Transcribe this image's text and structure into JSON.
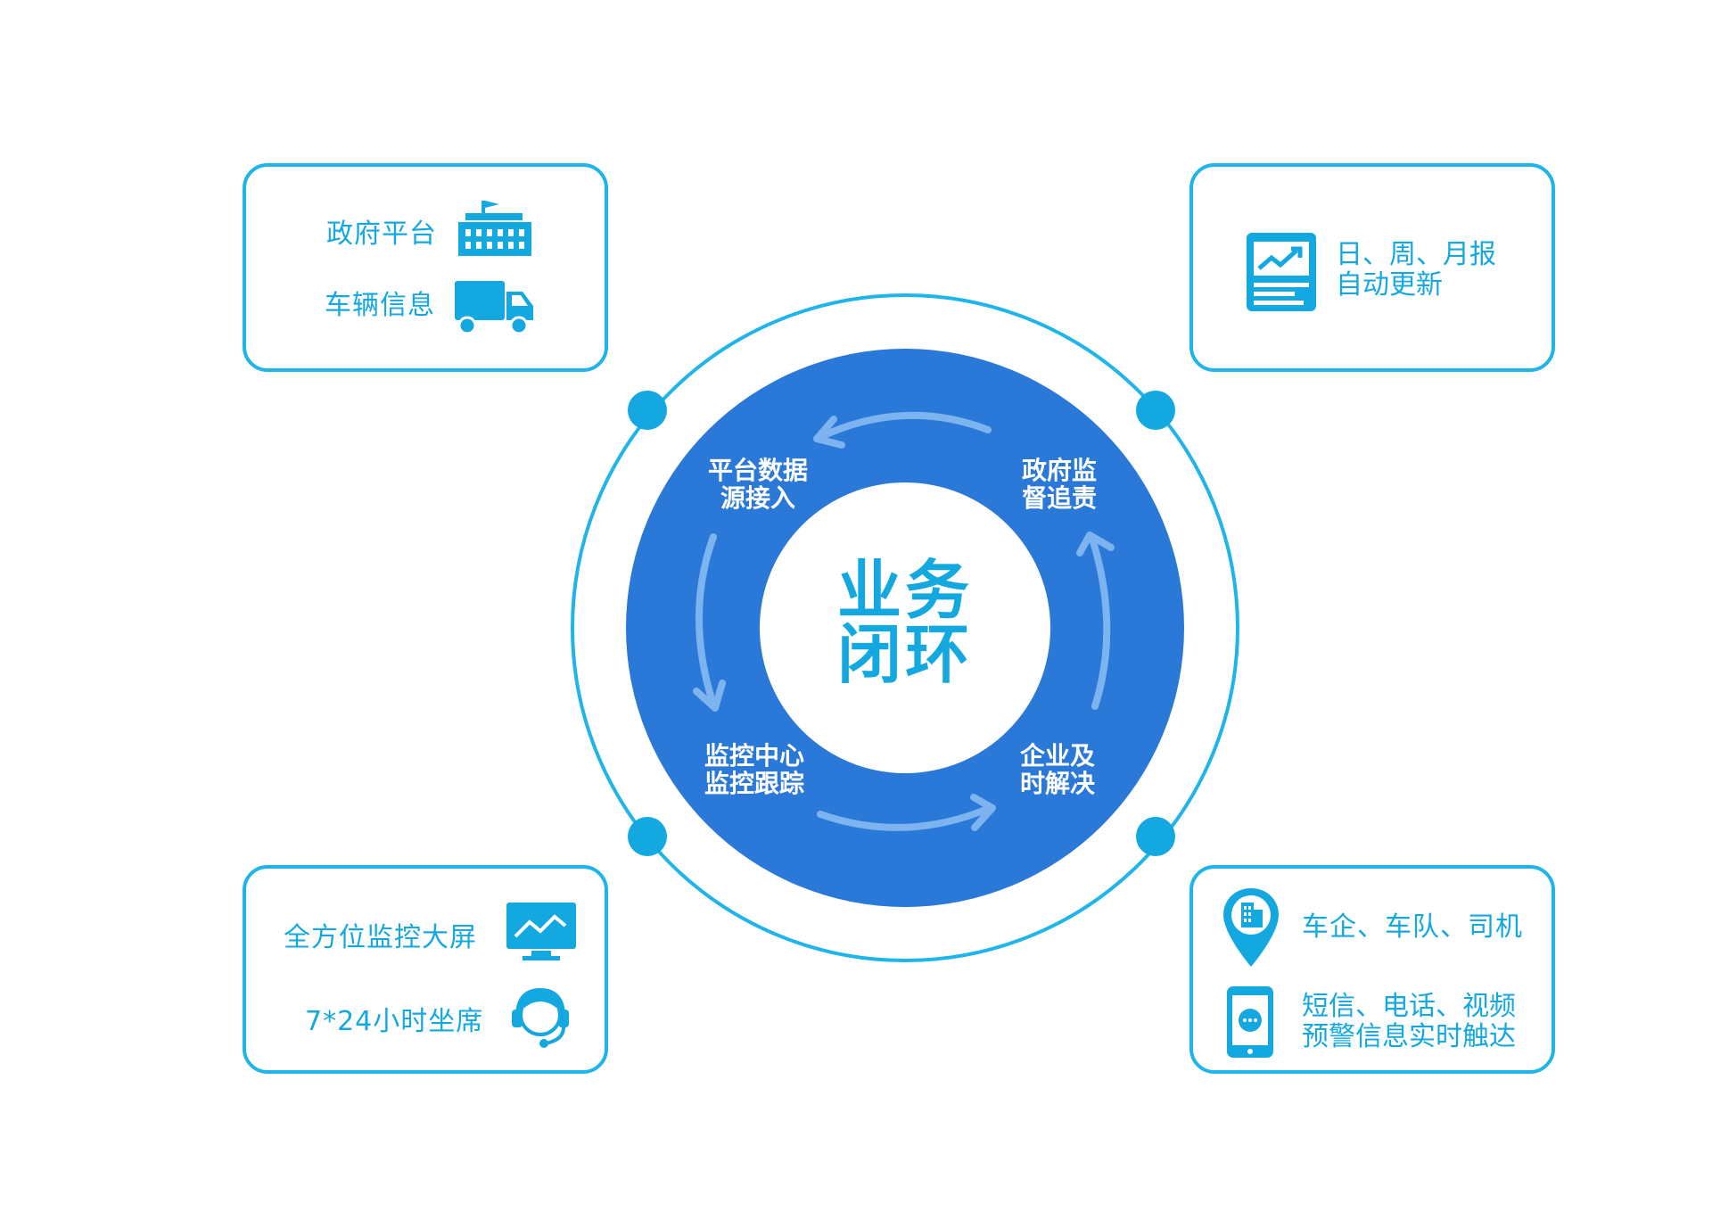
{
  "center": {
    "line1": "业务",
    "line2": "闭环"
  },
  "stages": {
    "top_left": [
      "平台数据",
      "源接入"
    ],
    "top_right": [
      "政府监",
      "督追责"
    ],
    "bottom_left": [
      "监控中心",
      "监控跟踪"
    ],
    "bottom_right": [
      "企业及",
      "时解决"
    ]
  },
  "cards": {
    "top_left": {
      "row1": "政府平台",
      "row1_icon": "government-building-icon",
      "row2": "车辆信息",
      "row2_icon": "truck-icon"
    },
    "top_right": {
      "line1": "日、周、月报",
      "line2": "自动更新",
      "icon": "report-chart-icon"
    },
    "bottom_left": {
      "row1": "全方位监控大屏",
      "row1_icon": "monitor-screen-icon",
      "row2": "7*24小时坐席",
      "row2_icon": "headset-icon"
    },
    "bottom_right": {
      "row1": "车企、车队、司机",
      "row1_icon": "location-pin-building-icon",
      "row2_line1": "短信、电话、视频",
      "row2_line2": "预警信息实时触达",
      "row2_icon": "mobile-phone-message-icon"
    }
  },
  "colors": {
    "accent": "#14a8e0",
    "ring": "#1fb4ea",
    "donut": "#2a79d8",
    "arrow": "#7db3ee"
  }
}
